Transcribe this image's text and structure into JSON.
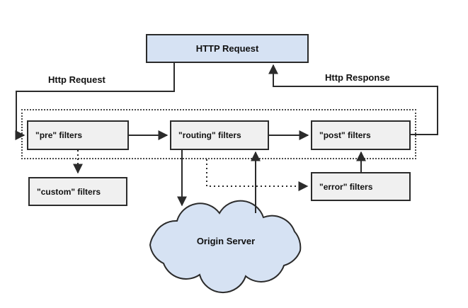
{
  "diagram": {
    "http_request_box": "HTTP Request",
    "edges": {
      "request_label": "Http Request",
      "response_label": "Http Response"
    },
    "nodes": {
      "pre": "\"pre\" filters",
      "routing": "\"routing\" filters",
      "post": "\"post\" filters",
      "custom": "\"custom\" filters",
      "error": "\"error\" filters",
      "origin_server": "Origin Server"
    },
    "colors": {
      "blue_fill": "#d6e2f3",
      "gray_fill": "#f0f0f0",
      "stroke": "#2b2b2b"
    }
  }
}
